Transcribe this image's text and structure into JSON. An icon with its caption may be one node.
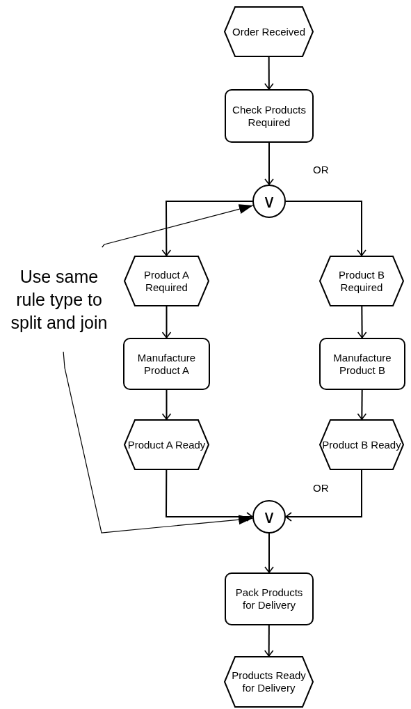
{
  "diagram": {
    "nodes": [
      {
        "text": [
          "Order Received"
        ]
      },
      {
        "text": [
          "Check Products Required"
        ]
      },
      {
        "text": [
          "∨"
        ]
      },
      {
        "text": [
          "Product A Required"
        ]
      },
      {
        "text": [
          "Product B Required"
        ]
      },
      {
        "text": [
          "Manufacture Product A"
        ]
      },
      {
        "text": [
          "Manufacture Product B"
        ]
      },
      {
        "text": [
          "Product A Ready"
        ]
      },
      {
        "text": [
          "Product B Ready"
        ]
      },
      {
        "text": [
          "∨"
        ]
      },
      {
        "text": [
          "Pack Products for Delivery"
        ]
      },
      {
        "text": [
          "Products Ready for Delivery"
        ]
      },
      {
        "text": [
          "Use same rule type to split and join"
        ]
      }
    ],
    "edges": [
      {
        "from": 0,
        "to": 1,
        "arrow": "to"
      },
      {
        "from": 1,
        "to": 2,
        "arrow": "to"
      },
      {
        "from": 2,
        "to": 3,
        "arrow": "to"
      },
      {
        "from": 2,
        "to": 4,
        "arrow": "to"
      },
      {
        "from": 3,
        "to": 5,
        "arrow": "to"
      },
      {
        "from": 5,
        "to": 7,
        "arrow": "to"
      },
      {
        "from": 4,
        "to": 6,
        "arrow": "to"
      },
      {
        "from": 6,
        "to": 8,
        "arrow": "to"
      },
      {
        "from": 7,
        "to": 9,
        "arrow": "to"
      },
      {
        "from": 8,
        "to": 9,
        "arrow": "to"
      },
      {
        "from": 9,
        "to": 10,
        "arrow": "to"
      },
      {
        "from": 10,
        "to": 11,
        "arrow": "to"
      },
      {
        "from": 12,
        "to": 2,
        "arrow": "to"
      },
      {
        "from": 12,
        "to": 9,
        "arrow": "to"
      }
    ],
    "labels": [
      "OR",
      "OR"
    ]
  }
}
